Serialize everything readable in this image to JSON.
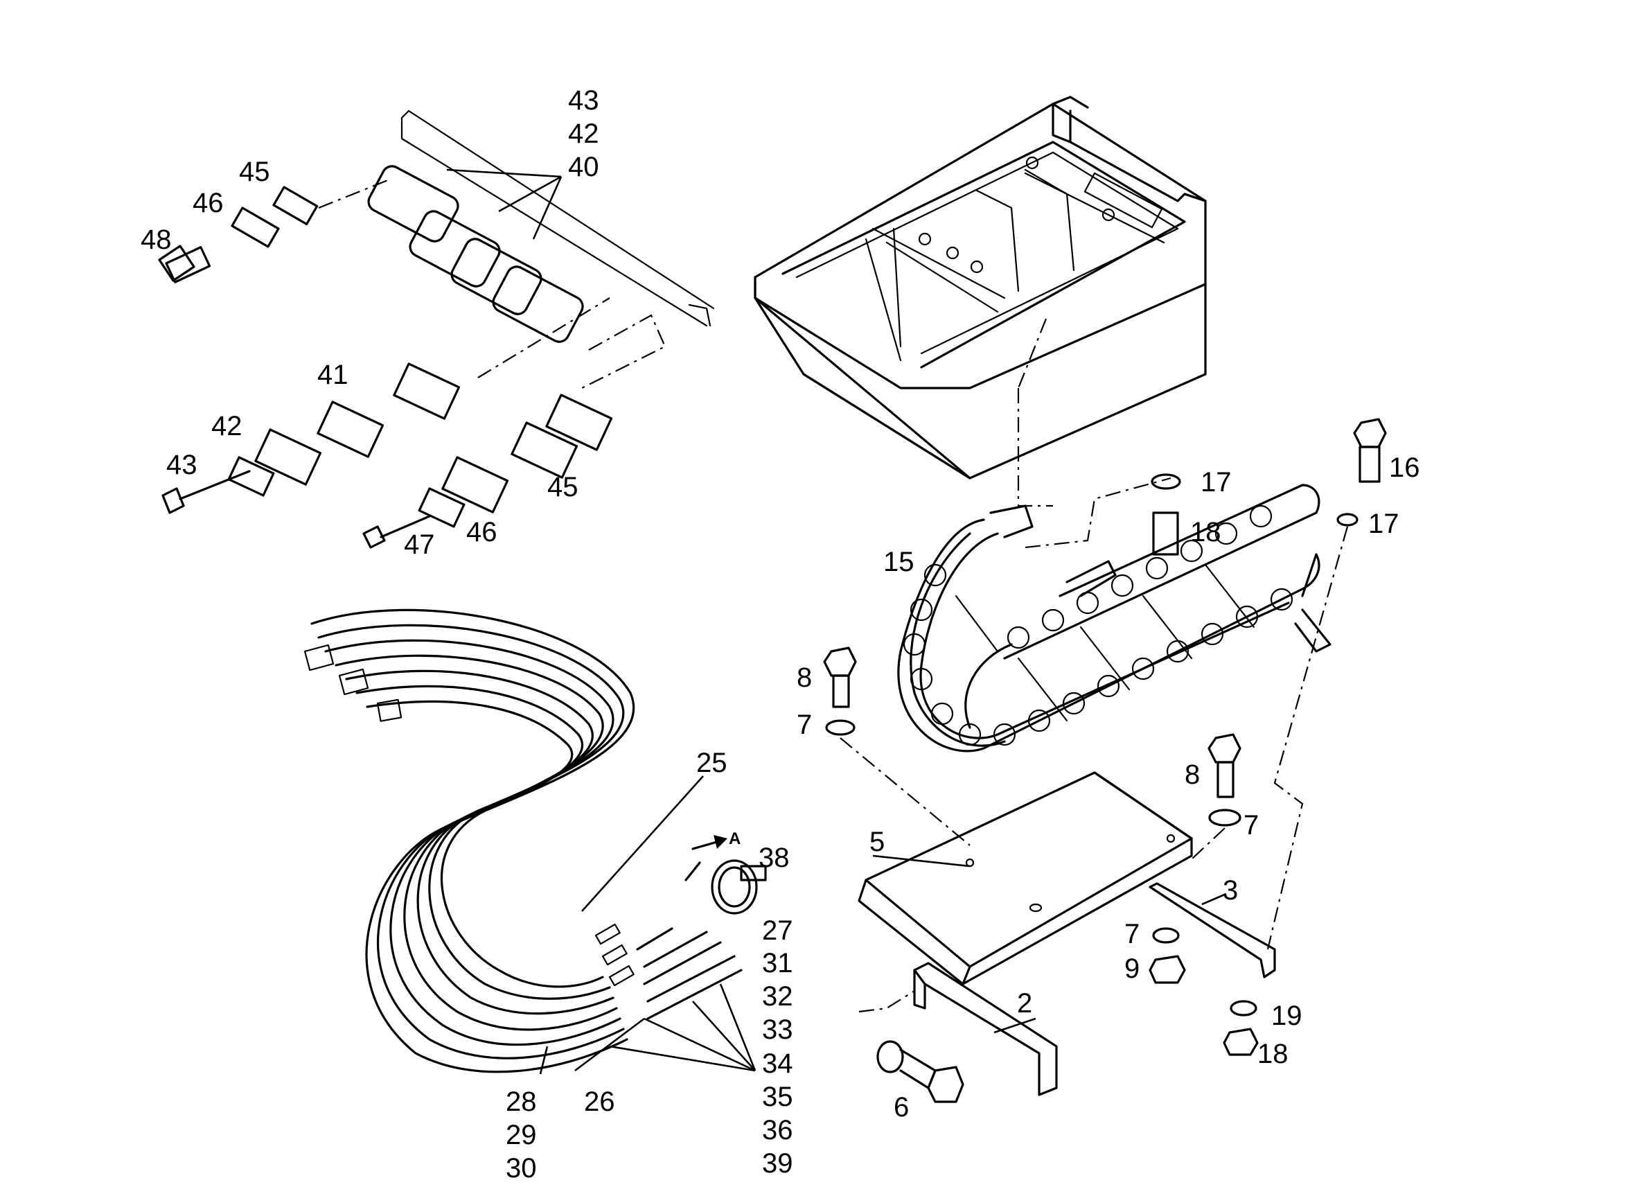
{
  "diagram": {
    "callouts": {
      "c43a": "43",
      "c42a": "42",
      "c40": "40",
      "c45a": "45",
      "c46a": "46",
      "c48": "48",
      "c41": "41",
      "c42b": "42",
      "c43b": "43",
      "c45b": "45",
      "c47": "47",
      "c46b": "46",
      "c17a": "17",
      "c18a": "18",
      "c16": "16",
      "c17b": "17",
      "c15": "15",
      "c8a": "8",
      "c7a": "7",
      "c25": "25",
      "c5": "5",
      "c8b": "8",
      "c7b": "7",
      "c38": "38",
      "c3": "3",
      "c27": "27",
      "c31": "31",
      "c32": "32",
      "c33": "33",
      "c34": "34",
      "c35": "35",
      "c36": "36",
      "c39": "39",
      "c7c": "7",
      "c9": "9",
      "c19": "19",
      "c18b": "18",
      "c2": "2",
      "c6": "6",
      "c28": "28",
      "c29": "29",
      "c30": "30",
      "c26": "26"
    },
    "arrow_label": "A"
  }
}
